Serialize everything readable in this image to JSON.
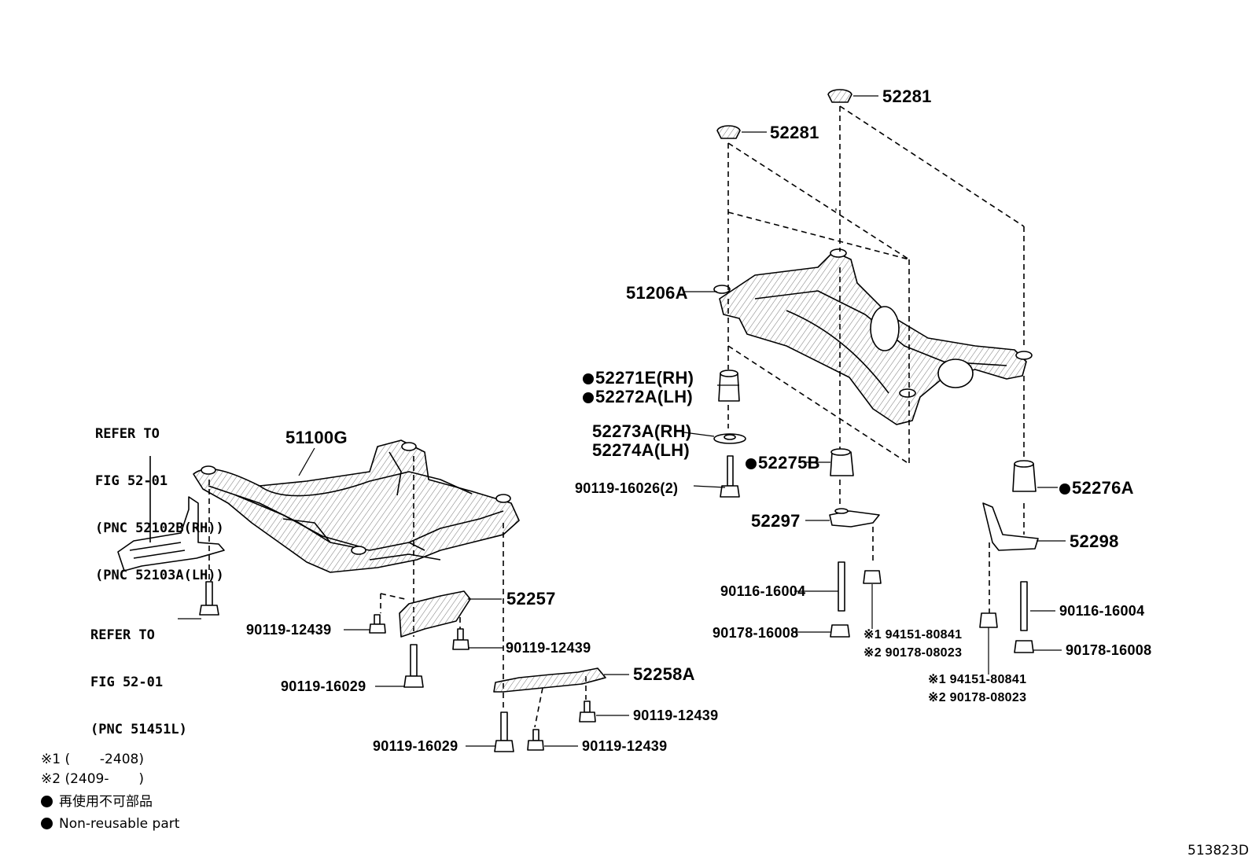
{
  "figure_id": "513823D",
  "references": {
    "top_left": [
      "REFER TO",
      "FIG 52-01",
      "(PNC 52102B(RH))",
      "(PNC 52103A(LH))"
    ],
    "bottom_left": [
      "REFER TO",
      "FIG 52-01",
      "(PNC 51451L)"
    ]
  },
  "parts": {
    "p51100G": "51100G",
    "p52257": "52257",
    "p52258A": "52258A",
    "p90119_12439_a": "90119-12439",
    "p90119_12439_b": "90119-12439",
    "p90119_12439_c": "90119-12439",
    "p90119_12439_d": "90119-12439",
    "p90119_16029_a": "90119-16029",
    "p90119_16029_b": "90119-16029",
    "p52281_a": "52281",
    "p52281_b": "52281",
    "p51206A": "51206A",
    "p52271E": "52271E(RH)",
    "p52272A": "52272A(LH)",
    "p52273A": "52273A(RH)",
    "p52274A": "52274A(LH)",
    "p90119_16026": "90119-16026(2)",
    "p52275B": "52275B",
    "p52297": "52297",
    "p90116_16004_a": "90116-16004",
    "p90178_16008_a": "90178-16008",
    "p94151_a": "※1 94151-80841",
    "p90178_08023_a": "※2 90178-08023",
    "p52276A": "52276A",
    "p52298": "52298",
    "p90116_16004_b": "90116-16004",
    "p90178_16008_b": "90178-16008",
    "p94151_b": "※1 94151-80841",
    "p90178_08023_b": "※2 90178-08023"
  },
  "legend": {
    "note1": "※1 (       -2408)",
    "note2": "※2 (2409-       )",
    "nonreusable_jp": "再使用不可部品",
    "nonreusable_en": "Non-reusable part"
  }
}
